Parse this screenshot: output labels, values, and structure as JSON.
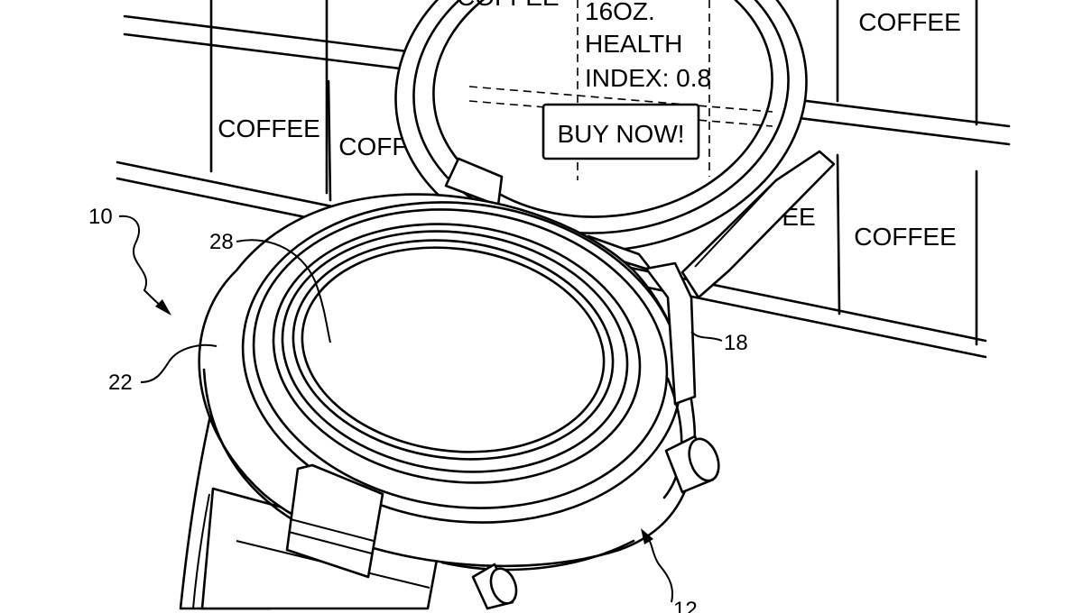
{
  "shelf_labels": {
    "top_right": "COFFEE",
    "mid_left": "COFFEE",
    "mid_center": "COFFEE",
    "right_lower": "COFFEE",
    "partial_right": "EE",
    "partial_top": "COFFEE"
  },
  "screen": {
    "size_line": "16OZ.",
    "health_line": "HEALTH",
    "index_line": "INDEX: 0.8",
    "buy_button": "BUY NOW!"
  },
  "reference_numerals": {
    "device": "10",
    "display": "28",
    "housing": "22",
    "hinge": "18",
    "band": "12"
  }
}
